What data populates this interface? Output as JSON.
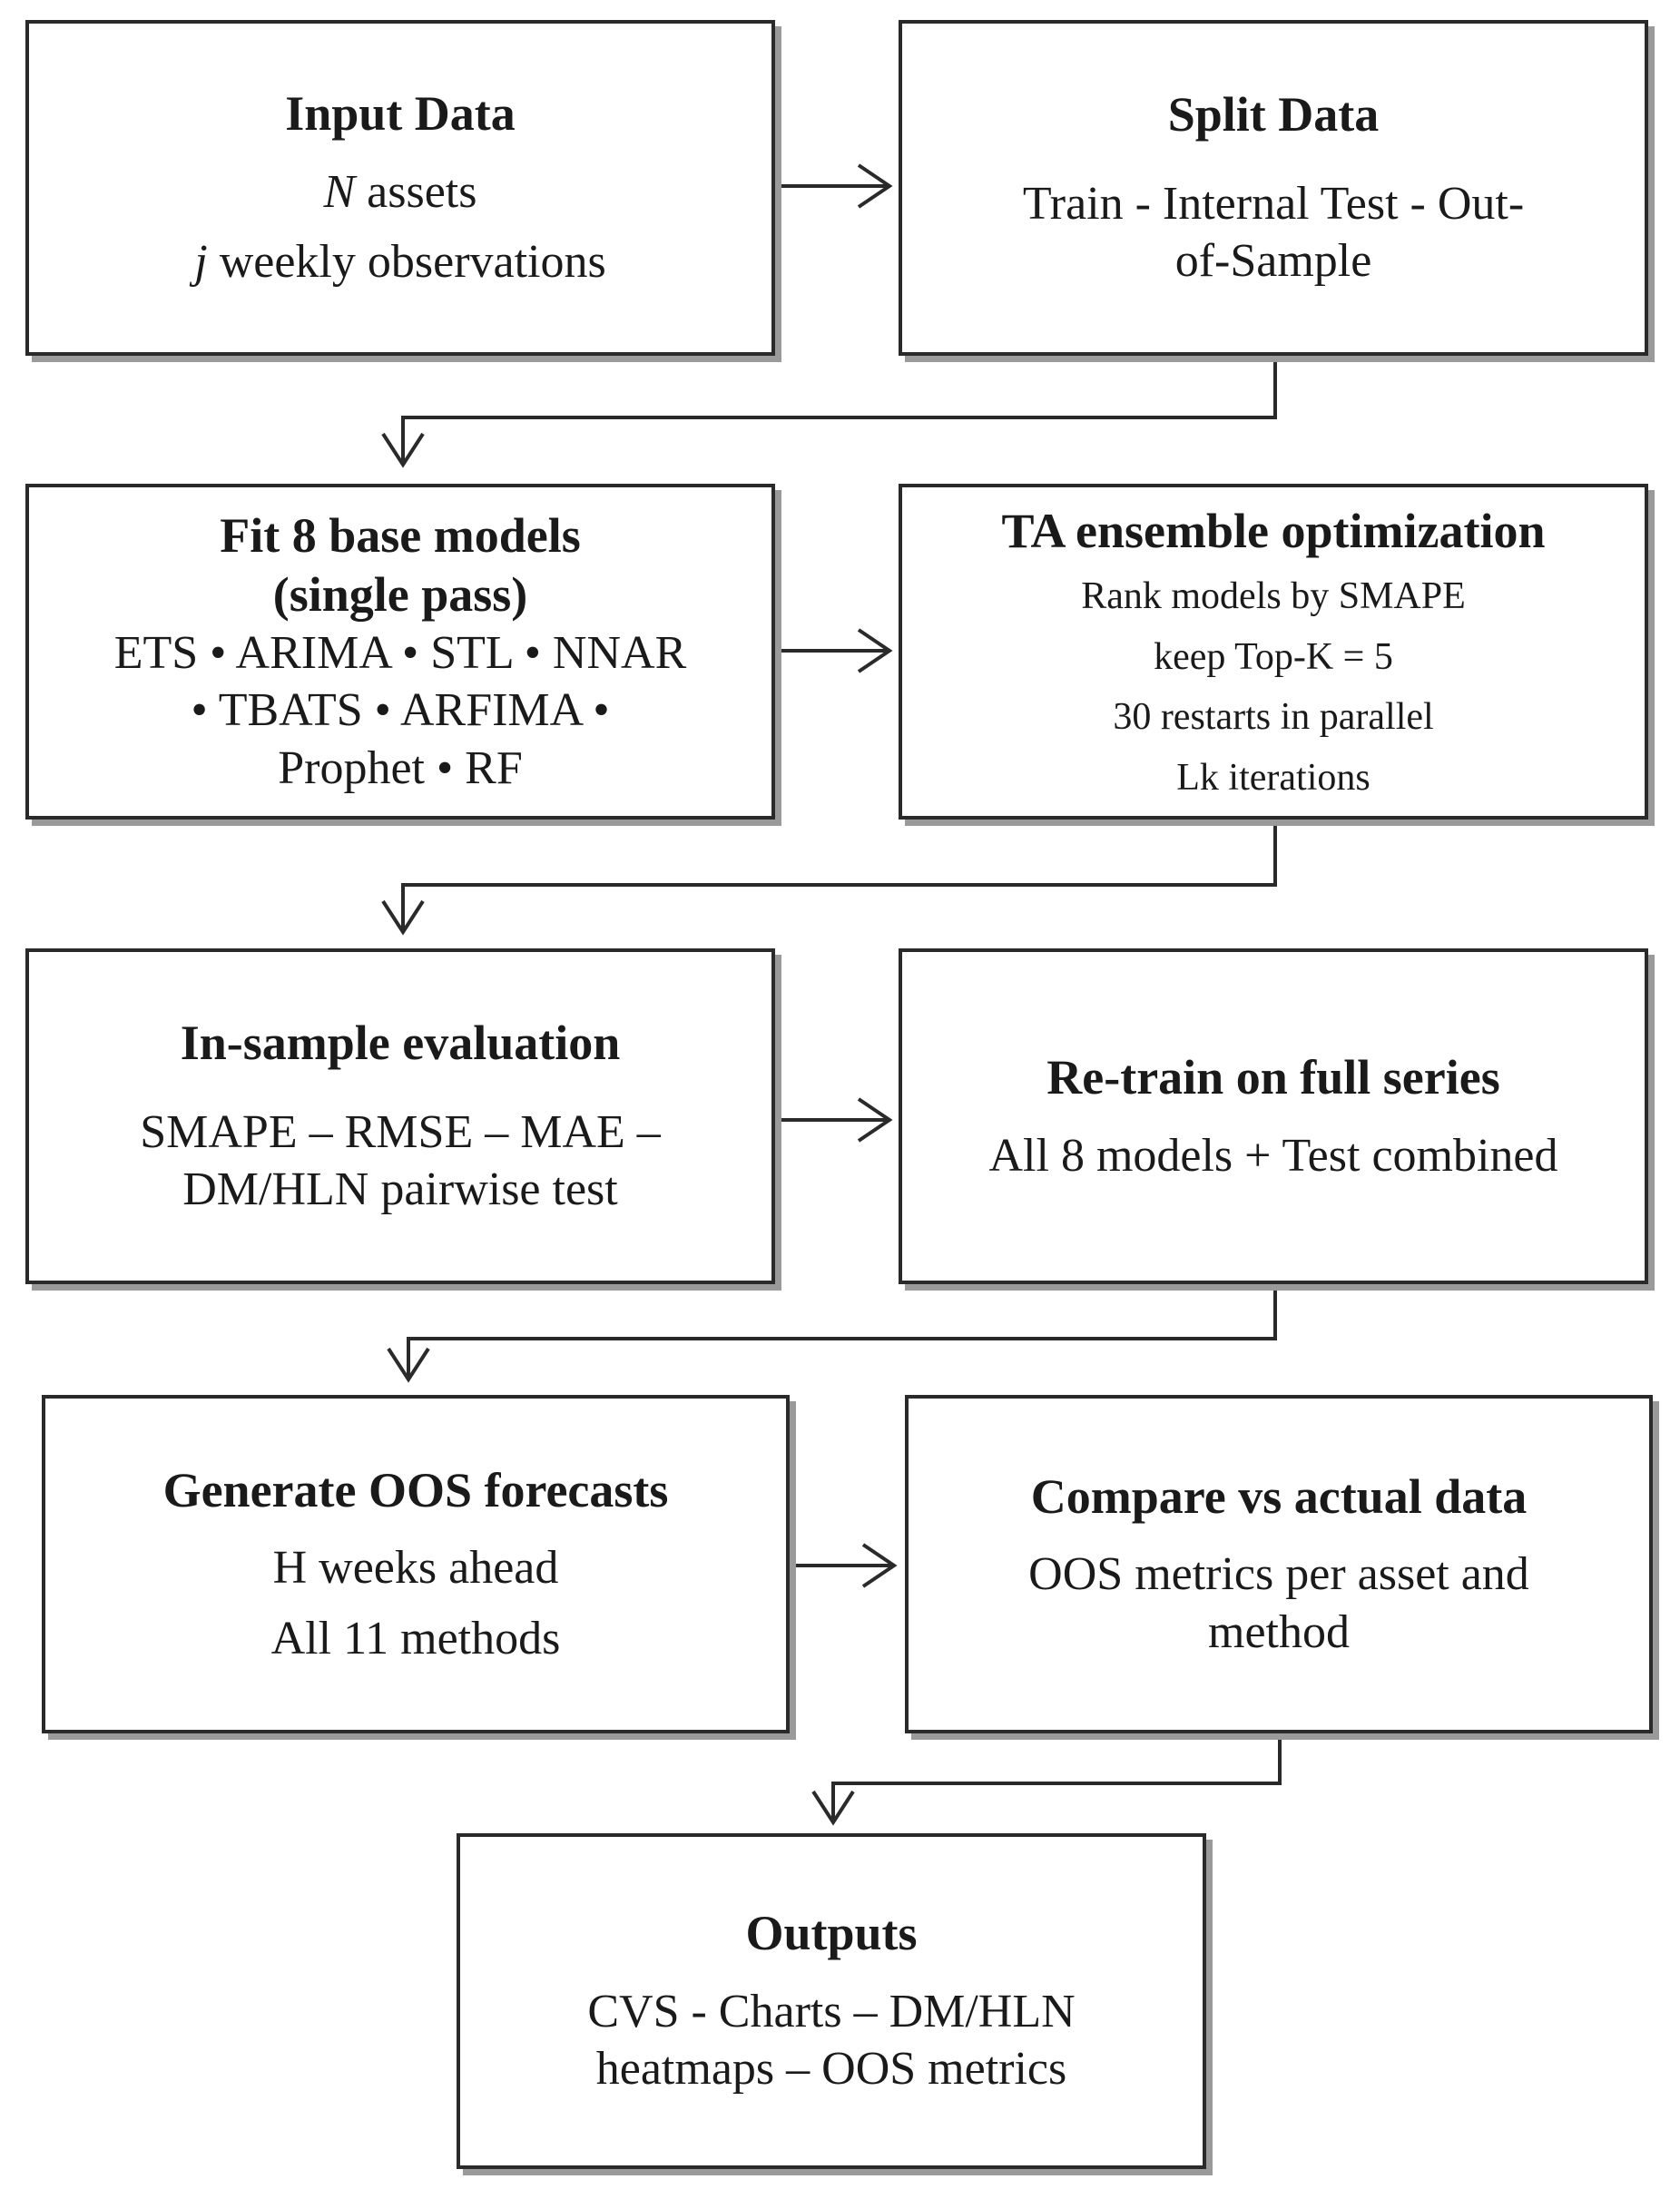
{
  "boxes": {
    "input": {
      "title": "Input Data",
      "line1_var": "N",
      "line1_rest": " assets",
      "line2_var": "j",
      "line2_rest": " weekly observations"
    },
    "split": {
      "title": "Split Data",
      "line1": "Train - Internal Test - Out-",
      "line2": "of-Sample"
    },
    "fit": {
      "title_line1": "Fit 8 base models",
      "title_line2": "(single pass)",
      "line1": "ETS • ARIMA • STL • NNAR",
      "line2": "• TBATS • ARFIMA •",
      "line3": "Prophet • RF"
    },
    "ta": {
      "title": "TA ensemble  optimization",
      "line1": "Rank models by SMAPE",
      "line2": "keep Top-K = 5",
      "line3": "30 restarts in parallel",
      "line4": "Lk  iterations"
    },
    "insample": {
      "title": "In-sample evaluation",
      "line1": "SMAPE – RMSE – MAE –",
      "line2": "DM/HLN pairwise test"
    },
    "retrain": {
      "title": "Re-train on full series",
      "line1": "All 8 models + Test combined"
    },
    "generate": {
      "title": "Generate OOS forecasts",
      "line1": "H weeks ahead",
      "line2": "All 11 methods"
    },
    "compare": {
      "title": "Compare vs actual data",
      "line1": "OOS metrics per asset and",
      "line2": "method"
    },
    "outputs": {
      "title": "Outputs",
      "line1": "CVS - Charts – DM/HLN",
      "line2": "heatmaps – OOS metrics"
    }
  }
}
